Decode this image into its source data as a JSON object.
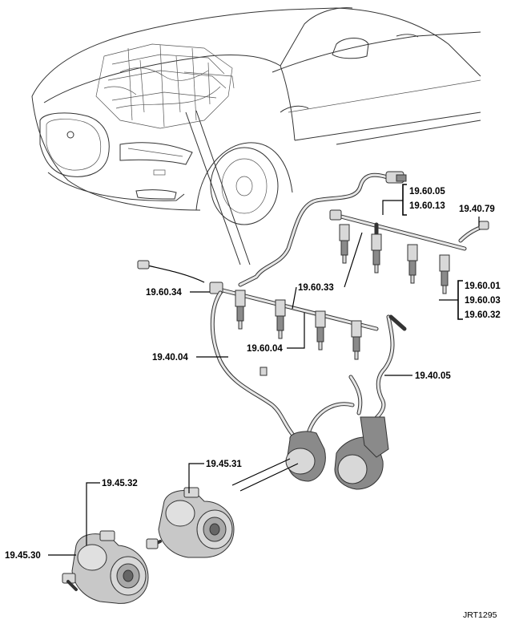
{
  "labels": {
    "l1": "19.60.05",
    "l2": "19.60.13",
    "l3": "19.40.79",
    "l4": "19.60.34",
    "l5": "19.60.33",
    "l6": "19.60.01",
    "l7": "19.60.03",
    "l8": "19.60.32",
    "l9": "19.60.04",
    "l10": "19.40.04",
    "l11": "19.40.05",
    "l12": "19.45.31",
    "l13": "19.45.32",
    "l14": "19.45.30"
  },
  "figure_ref": "JRT1295"
}
